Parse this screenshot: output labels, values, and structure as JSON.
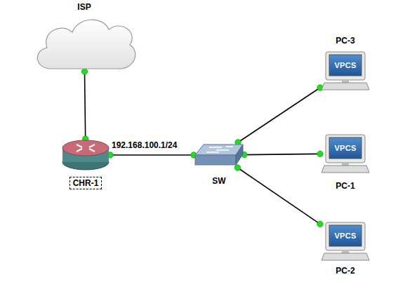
{
  "diagram": {
    "nodes": [
      {
        "text": [
          "ISP"
        ]
      },
      {
        "text": [
          "CHR-1"
        ]
      },
      {
        "text": [
          "SW"
        ]
      },
      {
        "text": [
          "VPCS",
          "PC-3"
        ]
      },
      {
        "text": [
          "VPCS",
          "PC-1"
        ]
      },
      {
        "text": [
          "VPCS",
          "PC-2"
        ]
      }
    ],
    "edges": [
      {
        "from": 0,
        "to": 1,
        "arrow": "none"
      },
      {
        "from": 1,
        "to": 2,
        "label": "192.168.100.1/24",
        "arrow": "none"
      },
      {
        "from": 2,
        "to": 3,
        "arrow": "none"
      },
      {
        "from": 2,
        "to": 4,
        "arrow": "none"
      },
      {
        "from": 2,
        "to": 5,
        "arrow": "none"
      }
    ]
  }
}
